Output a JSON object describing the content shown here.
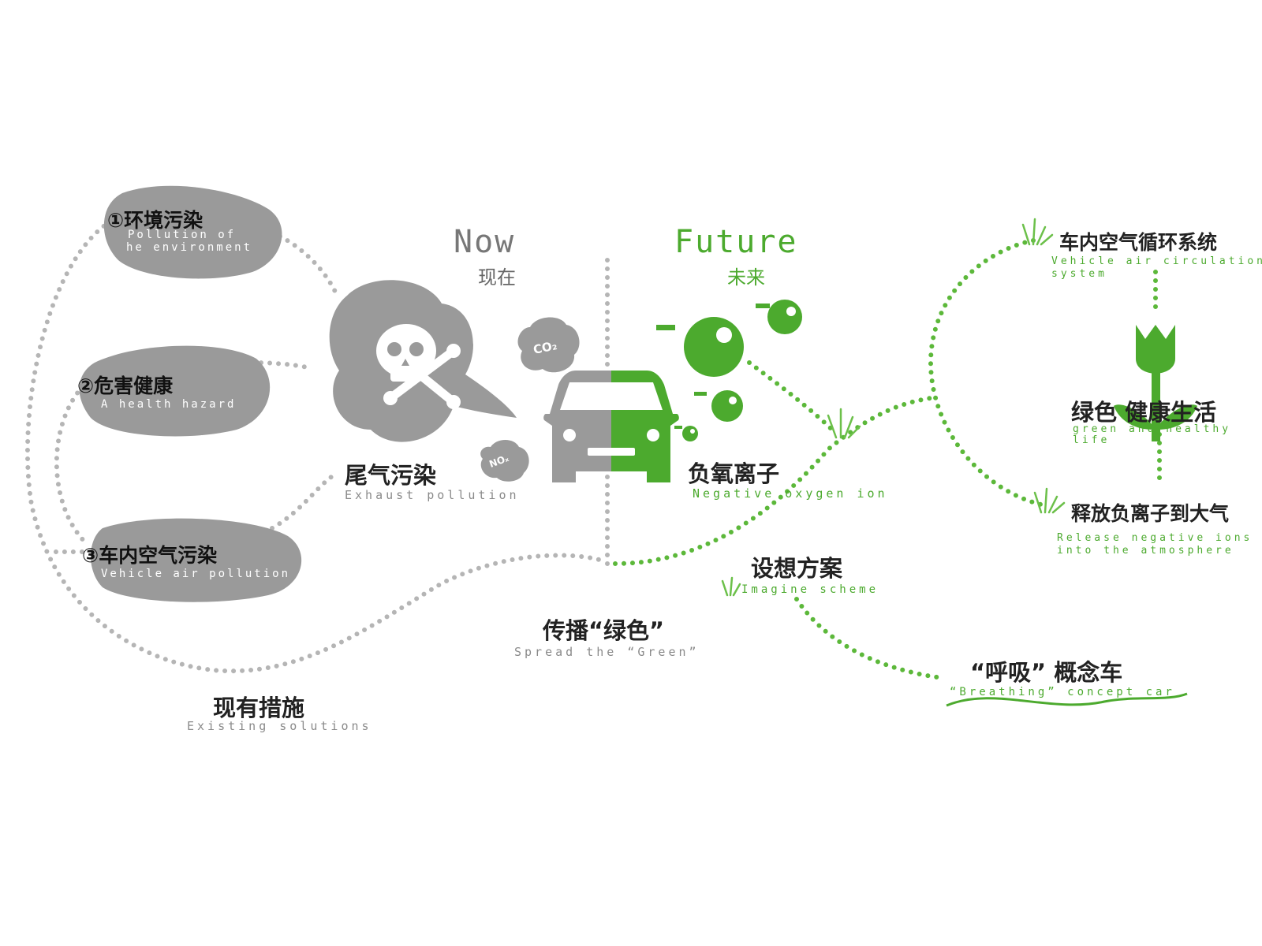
{
  "colors": {
    "grey": "#9a9a9a",
    "green": "#4caa2e",
    "dot_grey": "#b5b5b5",
    "dot_green": "#5cb83a"
  },
  "now": {
    "title": "Now",
    "subtitle": "现在"
  },
  "future": {
    "title": "Future",
    "subtitle": "未来"
  },
  "left_blobs": [
    {
      "zh": "①环境污染",
      "en1": "Pollution of",
      "en2": "he environment"
    },
    {
      "zh": "②危害健康",
      "en1": "A health hazard"
    },
    {
      "zh": "③车内空气污染",
      "en1": "Vehicle air pollution"
    }
  ],
  "exhaust": {
    "zh": "尾气污染",
    "en": "Exhaust pollution",
    "co2": "CO₂",
    "nox": "NOₓ"
  },
  "existing": {
    "zh": "现有措施",
    "en": "Existing solutions"
  },
  "spread": {
    "zh": "传播“绿色”",
    "en": "Spread the “Green”"
  },
  "negative_ion": {
    "zh": "负氧离子",
    "en": "Negative oxygen ion"
  },
  "imagine": {
    "zh": "设想方案",
    "en": "Imagine scheme"
  },
  "circulation": {
    "zh": "车内空气循环系统",
    "en1": "Vehicle air circulation",
    "en2": "system"
  },
  "green_life": {
    "zh": "绿色 健康生活",
    "en1": "green and healthy",
    "en2": "life"
  },
  "release": {
    "zh": "释放负离子到大气",
    "en1": "Release negative ions",
    "en2": "into the atmosphere"
  },
  "breathing": {
    "zh": "“呼吸” 概念车",
    "en": "“Breathing” concept car"
  },
  "icons": [
    "skull-crossbones-icon",
    "car-icon",
    "tulip-icon",
    "grass-icon"
  ]
}
